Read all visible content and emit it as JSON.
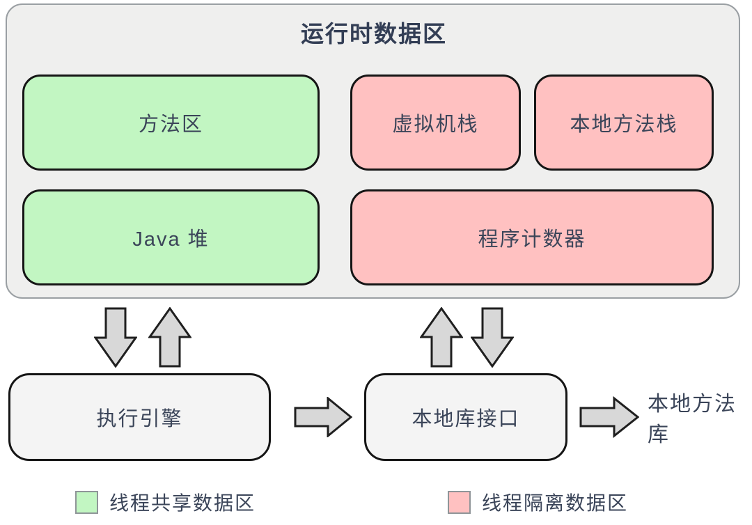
{
  "runtime_area": {
    "title": "运行时数据区",
    "boxes": {
      "method_area": "方法区",
      "java_heap": "Java 堆",
      "vm_stack": "虚拟机栈",
      "native_method_stack": "本地方法栈",
      "program_counter": "程序计数器"
    }
  },
  "engine_row": {
    "execution_engine": "执行引擎",
    "native_interface": "本地库接口",
    "native_library": "本地方法库"
  },
  "legend": {
    "shared_label": "线程共享数据区",
    "isolated_label": "线程隔离数据区"
  },
  "colors": {
    "thread_shared_green": "#c2f6c2",
    "thread_isolated_pink": "#ffc1c1",
    "container_bg": "#efefee",
    "container_border": "#9a9fa3",
    "box_border": "#151515",
    "label_text": "#3b4559",
    "arrow_fill": "#d8d8d8",
    "arrow_stroke": "#1f1f1f",
    "engine_box_bg": "#f4f4f4"
  }
}
